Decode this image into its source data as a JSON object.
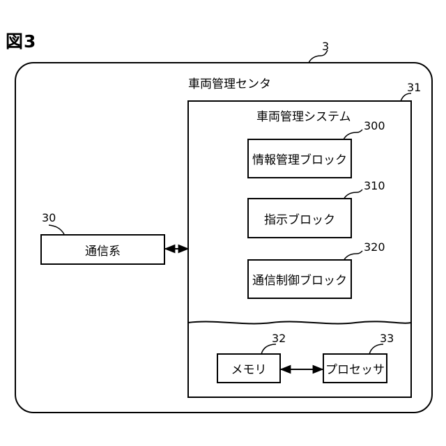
{
  "figure": {
    "title": "図3",
    "center": {
      "ref": "3",
      "label": "車両管理センタ"
    },
    "system": {
      "ref": "31",
      "label": "車両管理システム"
    },
    "blocks": [
      {
        "ref": "300",
        "label": "情報管理ブロック"
      },
      {
        "ref": "310",
        "label": "指示ブロック"
      },
      {
        "ref": "320",
        "label": "通信制御ブロック"
      }
    ],
    "comm": {
      "ref": "30",
      "label": "通信系"
    },
    "memory": {
      "ref": "32",
      "label": "メモリ"
    },
    "processor": {
      "ref": "33",
      "label": "プロセッサ"
    }
  }
}
